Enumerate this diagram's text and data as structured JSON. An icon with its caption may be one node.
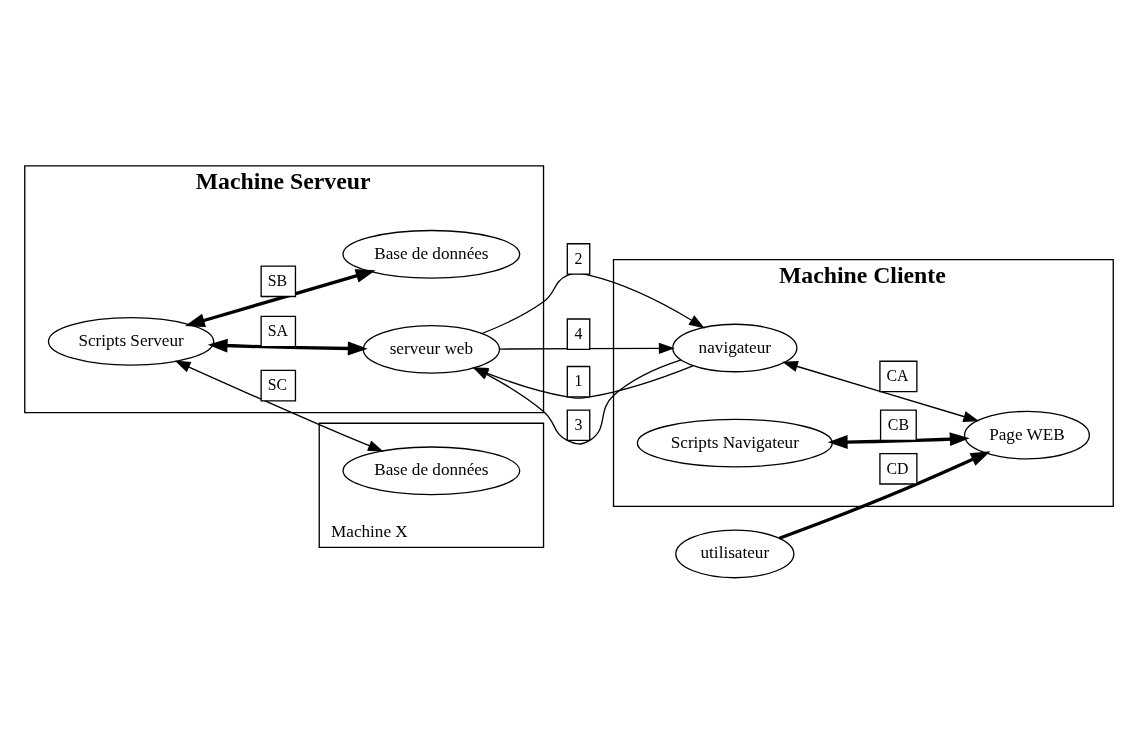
{
  "diagram": {
    "nodes": [
      {
        "text": [
          "Machine Serveur"
        ]
      },
      {
        "text": [
          "Scripts Serveur"
        ],
        "in": 0
      },
      {
        "text": [
          "serveur web"
        ],
        "in": 0
      },
      {
        "text": [
          "Base de données"
        ],
        "in": 0
      },
      {
        "text": [
          "Machine Cliente"
        ]
      },
      {
        "text": [
          "navigateur"
        ],
        "in": 4
      },
      {
        "text": [
          "Scripts Navigateur"
        ],
        "in": 4
      },
      {
        "text": [
          "Page WEB"
        ],
        "in": 4
      },
      {
        "text": [
          "utilisateur"
        ]
      },
      {
        "text": [
          "Machine X"
        ]
      },
      {
        "text": [
          "Base de données"
        ],
        "in": 9
      }
    ],
    "edges": [
      {
        "from": 5,
        "to": 2,
        "arrow": "to",
        "label": "1"
      },
      {
        "from": 2,
        "to": 5,
        "arrow": "to",
        "label": "2"
      },
      {
        "from": 5,
        "to": 2,
        "arrow": "to",
        "label": "3"
      },
      {
        "from": 2,
        "to": 5,
        "arrow": "to",
        "label": "4"
      },
      {
        "from": 1,
        "to": 2,
        "arrow": "both",
        "label": "SA",
        "style": "thick"
      },
      {
        "from": 1,
        "to": 3,
        "arrow": "both",
        "label": "SB",
        "style": "thick"
      },
      {
        "from": 1,
        "to": 10,
        "arrow": "both",
        "label": "SC"
      },
      {
        "from": 5,
        "to": 7,
        "arrow": "both",
        "label": "CA"
      },
      {
        "from": 6,
        "to": 7,
        "arrow": "both",
        "label": "CB",
        "style": "thick"
      },
      {
        "from": 8,
        "to": 7,
        "arrow": "to",
        "label": "CD",
        "style": "thick"
      }
    ]
  }
}
